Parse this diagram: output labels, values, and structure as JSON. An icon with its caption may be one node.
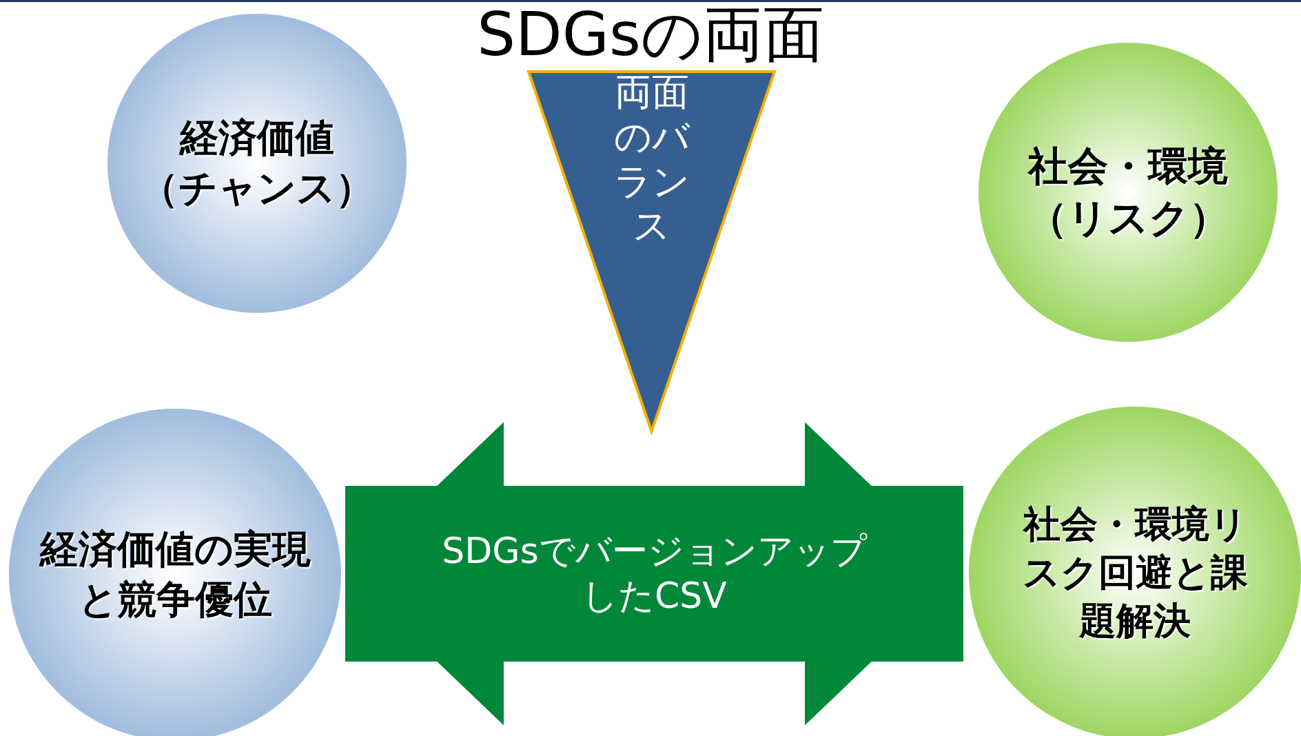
{
  "diagram": {
    "title": "SDGsの両面",
    "nodes": [
      {
        "text": [
          "経済価値（チャンス）"
        ]
      },
      {
        "text": [
          "両面のバランス"
        ]
      },
      {
        "text": [
          "社会・環境（リスク）"
        ]
      },
      {
        "text": [
          "経済価値の実現と競争優位"
        ]
      },
      {
        "text": [
          "社会・環境リスク回避と課題解決"
        ]
      }
    ],
    "edges": [
      {
        "from": 3,
        "to": 4,
        "arrow": "both",
        "label": "SDGsでバージョンアップしたCSV"
      }
    ]
  }
}
